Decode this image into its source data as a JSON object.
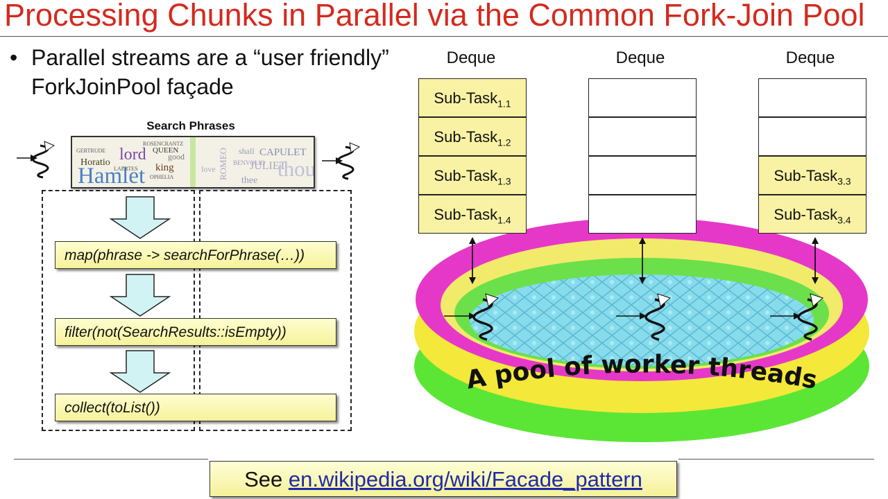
{
  "slide": {
    "title": "Processing Chunks in Parallel via the Common Fork-Join Pool",
    "bullet": "Parallel streams are a “user friendly” ForkJoinPool façade",
    "bullet_marker": "•"
  },
  "pipeline": {
    "source_label": "Search Phrases",
    "cloud_words": [
      "Hamlet",
      "lord",
      "king",
      "QUEEN",
      "Horatio",
      "LAERTES",
      "OPHELIA",
      "GERTRUDE",
      "ROSENCRANTZ",
      "good",
      "CAPULET",
      "JULIET",
      "ROMEO",
      "thou",
      "thee",
      "shall",
      "BENVOLIO",
      "love"
    ],
    "operations": [
      "map(phrase -> searchForPhrase(…))",
      "filter(not(SearchResults::isEmpty))",
      "collect(toList())"
    ]
  },
  "pool": {
    "deques": [
      {
        "label": "Deque",
        "cells": [
          {
            "base": "Sub-Task",
            "sub": "1.1"
          },
          {
            "base": "Sub-Task",
            "sub": "1.2"
          },
          {
            "base": "Sub-Task",
            "sub": "1.3"
          },
          {
            "base": "Sub-Task",
            "sub": "1.4"
          }
        ]
      },
      {
        "label": "Deque",
        "cells": [
          {
            "base": "",
            "sub": ""
          },
          {
            "base": "",
            "sub": ""
          },
          {
            "base": "",
            "sub": ""
          },
          {
            "base": "",
            "sub": ""
          }
        ]
      },
      {
        "label": "Deque",
        "cells": [
          {
            "base": "",
            "sub": ""
          },
          {
            "base": "",
            "sub": ""
          },
          {
            "base": "Sub-Task",
            "sub": "3.3"
          },
          {
            "base": "Sub-Task",
            "sub": "3.4"
          }
        ]
      }
    ],
    "pool_caption": "A pool of worker threads"
  },
  "footer": {
    "see_prefix": "See ",
    "link_text": "en.wikipedia.org/wiki/Facade_pattern"
  },
  "colors": {
    "title": "#d42a1e",
    "task_fill": "#f9f2a4",
    "op_fill": "#f6f29a",
    "arrow_fill": "#d2f3f3",
    "pool_magenta": "#e536c8",
    "pool_yellow": "#f6ec3c",
    "pool_green": "#63ec3a",
    "water": "#86dcec",
    "link": "#1f2aa8"
  }
}
